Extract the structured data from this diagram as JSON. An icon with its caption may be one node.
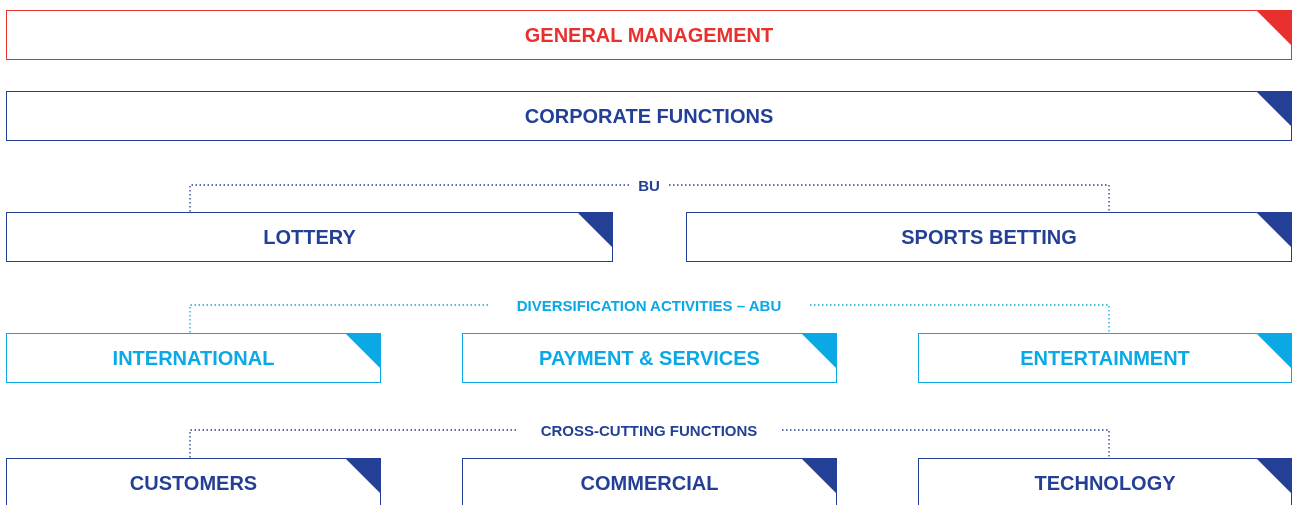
{
  "diagram": {
    "nodes": [
      {
        "text": [
          "GENERAL MANAGEMENT"
        ]
      },
      {
        "text": [
          "CORPORATE FUNCTIONS"
        ]
      },
      {
        "text": [
          "BU"
        ]
      },
      {
        "text": [
          "LOTTERY"
        ]
      },
      {
        "text": [
          "SPORTS BETTING"
        ]
      },
      {
        "text": [
          "DIVERSIFICATION ACTIVITIES – ABU"
        ]
      },
      {
        "text": [
          "INTERNATIONAL"
        ]
      },
      {
        "text": [
          "PAYMENT & SERVICES"
        ]
      },
      {
        "text": [
          "ENTERTAINMENT"
        ]
      },
      {
        "text": [
          "CROSS-CUTTING FUNCTIONS"
        ]
      },
      {
        "text": [
          "CUSTOMERS"
        ]
      },
      {
        "text": [
          "COMMERCIAL"
        ]
      },
      {
        "text": [
          "TECHNOLOGY"
        ]
      }
    ],
    "edges": [
      {
        "from": 2,
        "to": 3,
        "arrow": "none",
        "style": "dashed"
      },
      {
        "from": 2,
        "to": 4,
        "arrow": "none",
        "style": "dashed"
      },
      {
        "from": 5,
        "to": 6,
        "arrow": "none",
        "style": "dashed",
        "color": "#0aa9e6"
      },
      {
        "from": 5,
        "to": 8,
        "arrow": "none",
        "style": "dashed",
        "color": "#0aa9e6"
      },
      {
        "from": 9,
        "to": 10,
        "arrow": "none",
        "style": "dashed"
      },
      {
        "from": 9,
        "to": 12,
        "arrow": "none",
        "style": "dashed"
      }
    ]
  }
}
